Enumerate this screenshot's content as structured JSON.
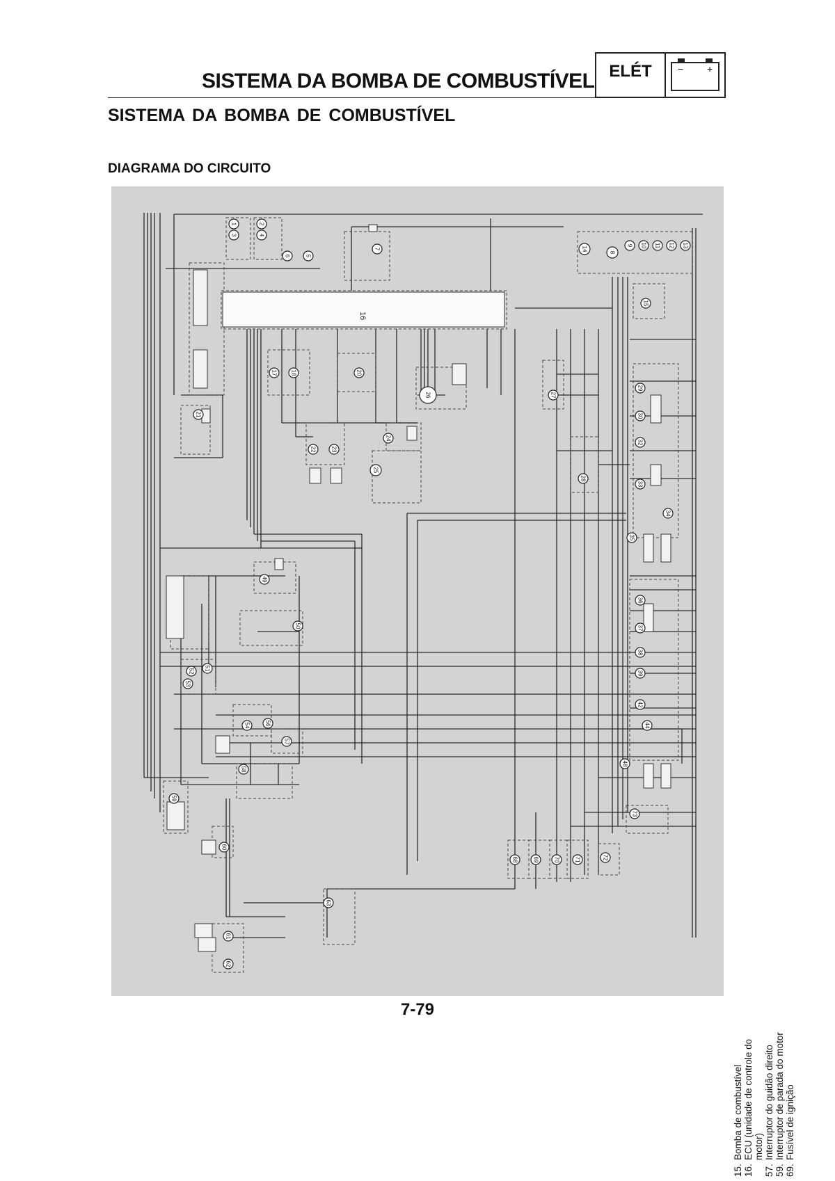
{
  "header": {
    "title": "SISTEMA DA BOMBA DE COMBUSTÍVEL",
    "badge_text": "ELÉT",
    "badge_icon": "battery-icon",
    "battery_minus": "−",
    "battery_plus": "+"
  },
  "section_title": "SISTEMA DA BOMBA DE COMBUSTÍVEL",
  "subsection_title": "DIAGRAMA DO CIRCUITO",
  "diagram": {
    "ecu_number": "16",
    "component_numbers": [
      "1",
      "2",
      "3",
      "4",
      "5",
      "6",
      "7",
      "8",
      "9",
      "10",
      "11",
      "12",
      "13",
      "14",
      "15",
      "17",
      "18",
      "20",
      "21",
      "22",
      "23",
      "24",
      "25",
      "26",
      "27",
      "28",
      "29",
      "30",
      "32",
      "33",
      "34",
      "35",
      "36",
      "37",
      "38",
      "39",
      "42",
      "44",
      "48",
      "49",
      "50",
      "51",
      "52",
      "53",
      "54",
      "56",
      "57",
      "58",
      "59",
      "60",
      "61",
      "62",
      "63",
      "68",
      "69",
      "70",
      "71",
      "72",
      "73"
    ]
  },
  "legend": [
    {
      "num": "15.",
      "text": "Bomba de combustível"
    },
    {
      "num": "16.",
      "text": "ECU (unidade de controle do motor)"
    },
    {
      "num": "57.",
      "text": "Interruptor do guidão direito"
    },
    {
      "num": "59.",
      "text": "Interruptor de parada do motor"
    },
    {
      "num": "69.",
      "text": "Fusível de ignição"
    }
  ],
  "page_number": "7-79"
}
